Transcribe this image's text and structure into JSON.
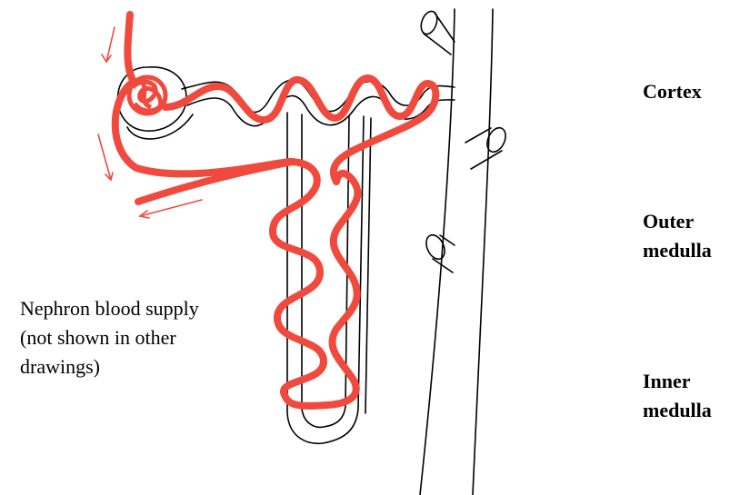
{
  "zones": {
    "cortex": "Cortex",
    "outer_medulla": [
      "Outer",
      "medulla"
    ],
    "inner_medulla": [
      "Inner",
      "medulla"
    ]
  },
  "caption": [
    "Nephron blood supply",
    "(not shown in other",
    "drawings)"
  ],
  "colors": {
    "vessel": "#f04a3e",
    "outline": "#000000",
    "background": "#ffffff"
  }
}
